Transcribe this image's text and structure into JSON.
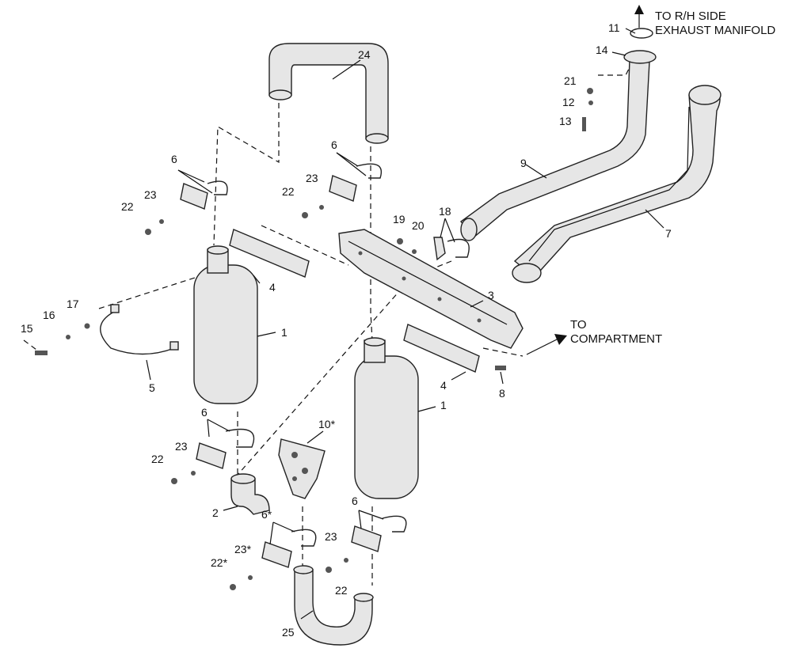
{
  "notes": {
    "rh_line1": "TO R/H SIDE",
    "rh_line2": "EXHAUST MANIFOLD",
    "comp_line1": "TO",
    "comp_line2": "COMPARTMENT"
  },
  "callouts": {
    "c24": "24",
    "c11": "11",
    "c14": "14",
    "c21": "21",
    "c12": "12",
    "c13": "13",
    "c9": "9",
    "c7": "7",
    "c6a": "6",
    "c23a": "23",
    "c22a": "22",
    "c6b": "6",
    "c23b": "23",
    "c22b": "22",
    "c19": "19",
    "c20": "20",
    "c18": "18",
    "c4a": "4",
    "c1a": "1",
    "c3": "3",
    "c15": "15",
    "c16": "16",
    "c17": "17",
    "c5": "5",
    "c4b": "4",
    "c1b": "1",
    "c8": "8",
    "c6c": "6",
    "c23c": "23",
    "c22c": "22",
    "c10": "10*",
    "c2": "2",
    "c6d": "6*",
    "c23d": "23*",
    "c22d": "22*",
    "c6e": "6",
    "c23e": "23",
    "c22e": "22",
    "c25": "25"
  }
}
